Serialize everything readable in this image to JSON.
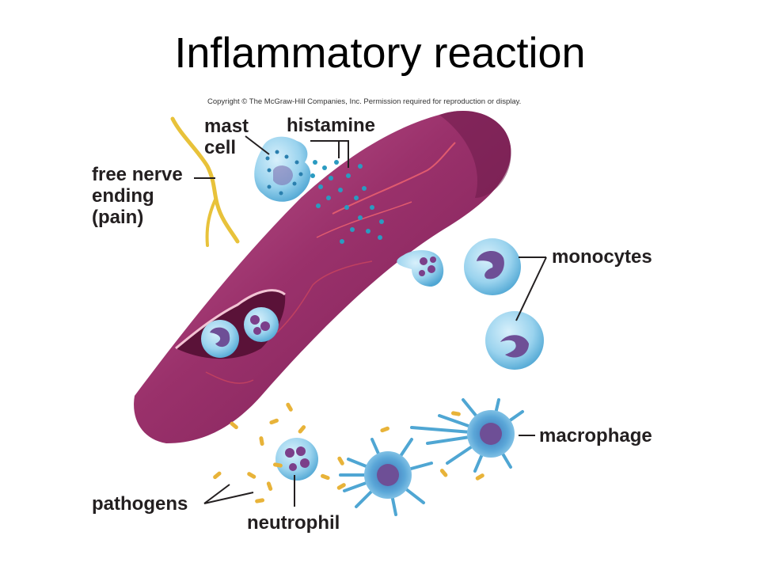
{
  "title": "Inflammatory reaction",
  "copyright": "Copyright © The McGraw-Hill Companies, Inc. Permission required for reproduction or display.",
  "labels": {
    "mast_cell_1": "mast",
    "mast_cell_2": "cell",
    "histamine": "histamine",
    "nerve_1": "free nerve",
    "nerve_2": "ending",
    "nerve_3": "(pain)",
    "monocytes": "monocytes",
    "macrophage": "macrophage",
    "pathogens": "pathogens",
    "neutrophil": "neutrophil"
  },
  "colors": {
    "vessel": "#8e2a62",
    "vessel_light": "#b8467f",
    "cell_blue": "#7cc4e6",
    "nucleus": "#6e4f96",
    "nerve": "#e8c23a",
    "pathogen": "#e8b339",
    "histamine": "#2a9bc1"
  }
}
